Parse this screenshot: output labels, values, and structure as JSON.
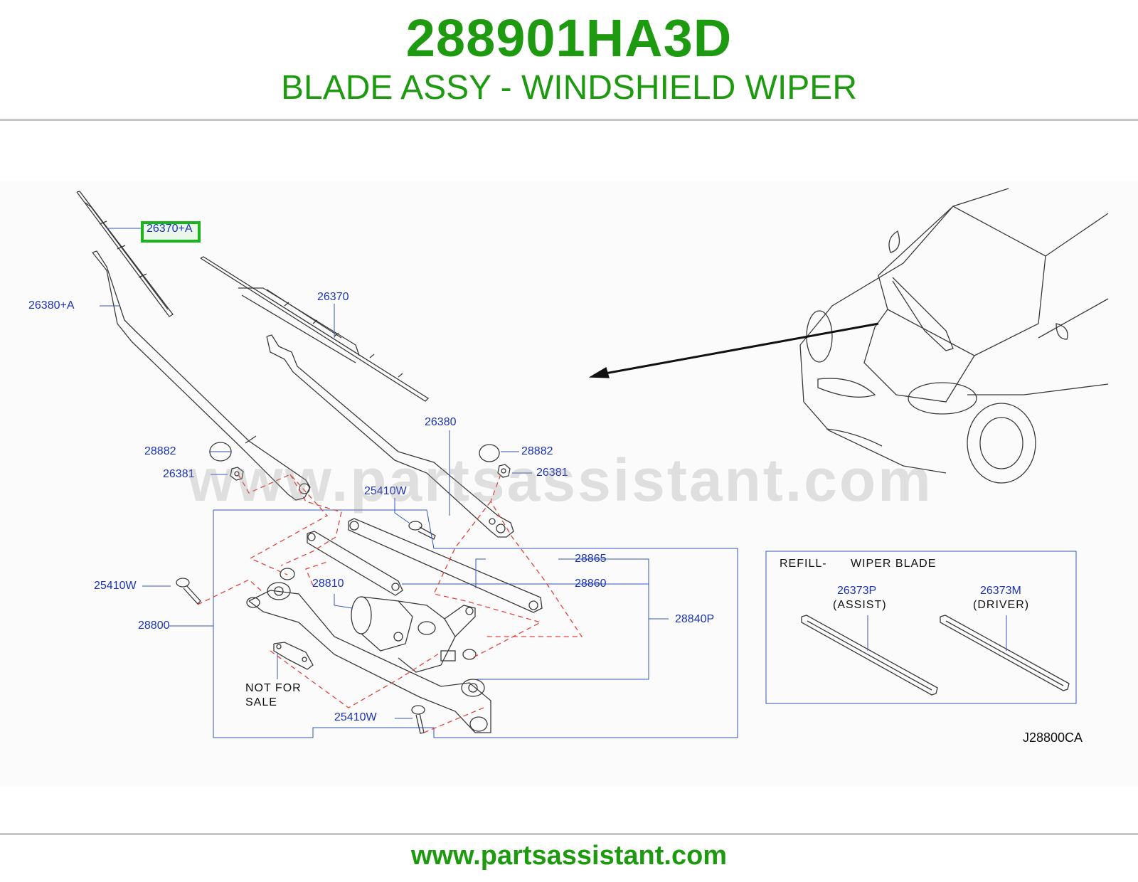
{
  "header": {
    "part_number": "288901HA3D",
    "part_title": "BLADE ASSY - WINDSHIELD WIPER"
  },
  "diagram": {
    "callouts": {
      "c_26370_a": "26370+A",
      "c_26380_a": "26380+A",
      "c_26370": "26370",
      "c_26380": "26380",
      "c_28882_left": "28882",
      "c_28882_right": "28882",
      "c_26381_left": "26381",
      "c_26381_right": "26381",
      "c_25410w_top": "25410W",
      "c_25410w_left": "25410W",
      "c_25410w_bottom": "25410W",
      "c_28865": "28865",
      "c_28860": "28860",
      "c_28810": "28810",
      "c_28800": "28800",
      "c_28840p": "28840P",
      "c_26373p": "26373P",
      "c_26373m": "26373M"
    },
    "notes": {
      "not_for": "NOT   FOR",
      "sale": "SALE",
      "refill": "REFILL-",
      "wiper_blade": "WIPER   BLADE",
      "assist": "(ASSIST)",
      "driver": "(DRIVER)",
      "drawing_code": "J28800CA"
    },
    "watermark": "www.partsassistant.com",
    "highlighted_part": "26370+A",
    "colors": {
      "highlight": "#19b51a",
      "callout_text": "#1a33b8",
      "brand_green": "#1e9a10",
      "dashed_lines": "#e0443c"
    }
  },
  "footer": {
    "url": "www.partsassistant.com"
  }
}
